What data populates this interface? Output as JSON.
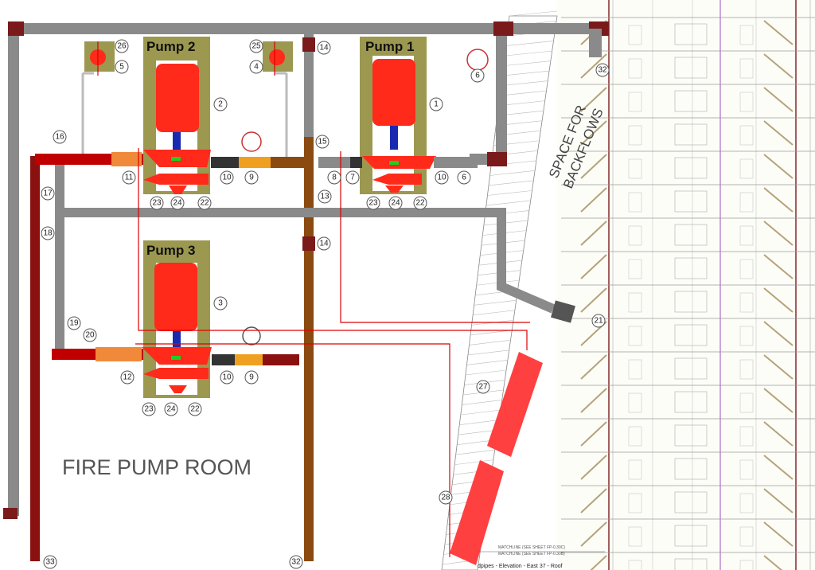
{
  "room_label": "FIRE PUMP ROOM",
  "backflow_label": [
    "SPACE FOR",
    "BACKFLOWS"
  ],
  "pumps": [
    {
      "label": "Pump 1"
    },
    {
      "label": "Pump 2"
    },
    {
      "label": "Pump 3"
    }
  ],
  "callouts": [
    "26",
    "5",
    "25",
    "4",
    "14",
    "6",
    "2",
    "1",
    "32",
    "16",
    "15",
    "11",
    "10",
    "9",
    "8",
    "7",
    "10",
    "6",
    "23",
    "24",
    "22",
    "23",
    "24",
    "22",
    "17",
    "13",
    "18",
    "14",
    "3",
    "21",
    "19",
    "20",
    "12",
    "10",
    "9",
    "23",
    "24",
    "22",
    "27",
    "28",
    "33",
    "32"
  ],
  "matchlines": [
    "MATCHLINE (SEE SHEET FP-0.30C)",
    "MATCHLINE (SEE SHEET FP-0.30B)"
  ],
  "sheet_caption": "dpipes - Elevation - East 37 - Roof",
  "colors": {
    "pipe_gray": "#8a8a8a",
    "pipe_red": "#c00000",
    "pipe_dark_red": "#7a1a1a",
    "pipe_brown": "#8b4a10",
    "pipe_orange": "#f0a020",
    "pump_red": "#ff2a1a",
    "pump_base": "#9c9850",
    "tank_red": "#ff4040"
  }
}
